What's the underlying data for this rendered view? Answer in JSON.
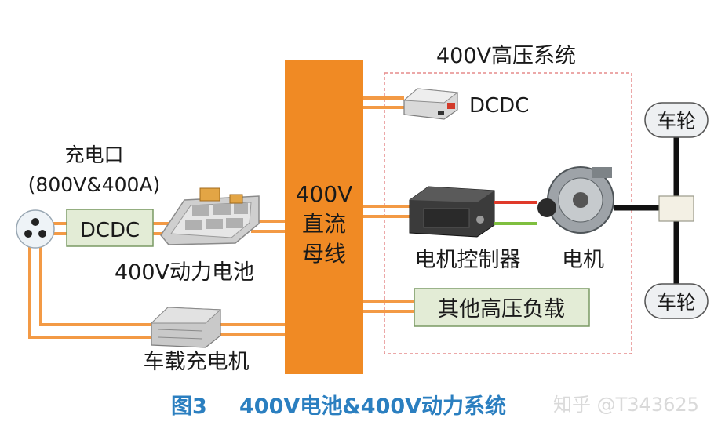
{
  "system_group": {
    "title": "400V高压系统"
  },
  "charge_port": {
    "title": "充电口",
    "rating": "(800V&400A)"
  },
  "dcdc_left": {
    "label": "DCDC"
  },
  "battery": {
    "label": "400V动力电池"
  },
  "bus": {
    "line1": "400V",
    "line2": "直流",
    "line3": "母线"
  },
  "dcdc_right": {
    "label": "DCDC"
  },
  "motor_controller": {
    "label": "电机控制器"
  },
  "motor": {
    "label": "电机"
  },
  "other_loads": {
    "label": "其他高压负载"
  },
  "onboard_charger": {
    "label": "车载充电机"
  },
  "wheel_top": {
    "label": "车轮"
  },
  "wheel_bottom": {
    "label": "车轮"
  },
  "caption": {
    "figure": "图3",
    "title": "400V电池&400V动力系统"
  },
  "watermark": {
    "text": "知乎 @T343625"
  },
  "colors": {
    "bus": "#f08a24",
    "wire": "#f39a45",
    "caption": "#2b7fc0",
    "box_fill": "#e3ecd6",
    "box_stroke": "#7a9a63",
    "dashed": "#e58c8c"
  }
}
